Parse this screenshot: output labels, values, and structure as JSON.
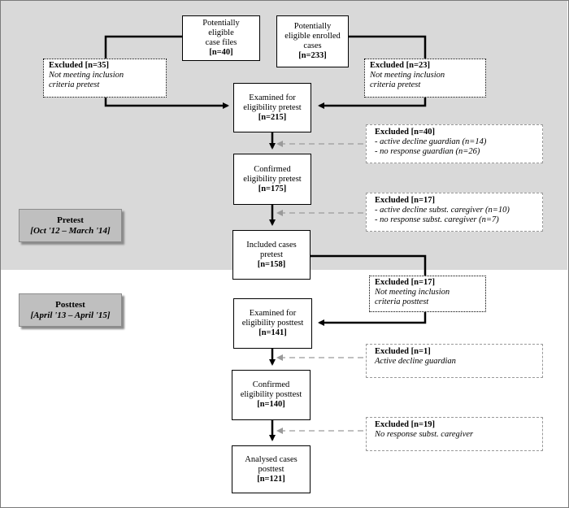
{
  "sources": {
    "case_files": {
      "line1": "Potentially",
      "line2": "eligible",
      "line2b": "case files",
      "n": "[n=40]"
    },
    "enrolled": {
      "line1": "Potentially",
      "line2": "eligible enrolled",
      "line3": "cases",
      "n": "[n=233]"
    }
  },
  "excluded_left": {
    "title": "Excluded [n=35]",
    "line1": "Not meeting inclusion",
    "line2": "criteria pretest"
  },
  "excluded_right": {
    "title": "Excluded [n=23]",
    "line1": "Not meeting inclusion",
    "line2": "criteria pretest"
  },
  "examined_pre": {
    "line1": "Examined for",
    "line2": "eligibility pretest",
    "n": "[n=215]"
  },
  "excl_40": {
    "title": "Excluded [n=40]",
    "line1": "- active decline guardian (n=14)",
    "line2": "- no response guardian (n=26)"
  },
  "confirmed_pre": {
    "line1": "Confirmed",
    "line2": "eligibility pretest",
    "n": "[n=175]"
  },
  "excl_17a": {
    "title": "Excluded [n=17]",
    "line1": "- active decline subst. caregiver (n=10)",
    "line2": "- no response subst. caregiver (n=7)"
  },
  "pretest_label": {
    "title": "Pretest",
    "range": "[Oct '12 – March '14]"
  },
  "included_pre": {
    "line1": "Included cases",
    "line2": "pretest",
    "n": "[n=158]"
  },
  "excl_17b": {
    "title": "Excluded [n=17]",
    "line1": "Not meeting inclusion",
    "line2": "criteria posttest"
  },
  "posttest_label": {
    "title": "Posttest",
    "range": "[April '13 – April '15]"
  },
  "examined_post": {
    "line1": "Examined for",
    "line2": "eligibility posttest",
    "n": "[n=141]"
  },
  "excl_1": {
    "title": "Excluded [n=1]",
    "line1": "Active decline guardian"
  },
  "confirmed_post": {
    "line1": "Confirmed",
    "line2": "eligibility posttest",
    "n": "[n=140]"
  },
  "excl_19": {
    "title": "Excluded [n=19]",
    "line1": "No response subst. caregiver"
  },
  "analysed": {
    "line1": "Analysed cases",
    "line2": "posttest",
    "n": "[n=121]"
  },
  "colors": {
    "pretest_band": "#d9d9d9",
    "phase_label": "#bfbfbf",
    "dashed_border": "#9a9a9a"
  }
}
